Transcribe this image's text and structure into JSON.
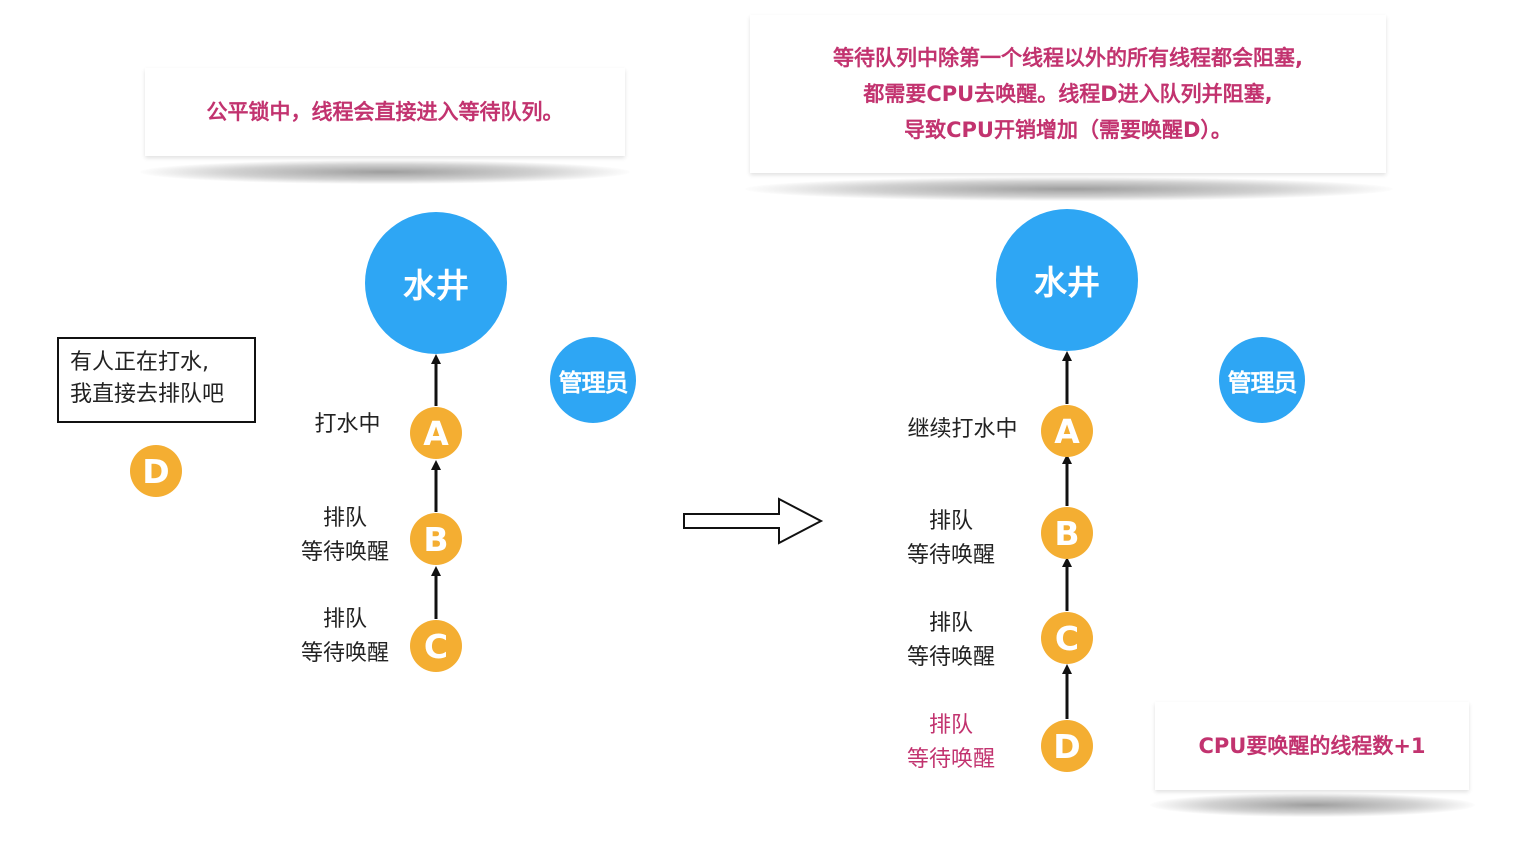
{
  "left": {
    "note": "公平锁中，线程会直接进入等待队列。",
    "well": "水井",
    "admin": "管理员",
    "speech": [
      "有人正在打水,",
      "我直接去排队吧"
    ],
    "waiting_node": "D",
    "nodes": [
      {
        "letter": "A",
        "label_lines": [
          "打水中"
        ]
      },
      {
        "letter": "B",
        "label_lines": [
          "排队",
          "等待唤醒"
        ]
      },
      {
        "letter": "C",
        "label_lines": [
          "排队",
          "等待唤醒"
        ]
      }
    ]
  },
  "right": {
    "note_lines": [
      "等待队列中除第一个线程以外的所有线程都会阻塞,",
      "都需要CPU去唤醒。线程D进入队列并阻塞,",
      "导致CPU开销增加（需要唤醒D）。"
    ],
    "well": "水井",
    "admin": "管理员",
    "nodes": [
      {
        "letter": "A",
        "label_lines": [
          "继续打水中"
        ]
      },
      {
        "letter": "B",
        "label_lines": [
          "排队",
          "等待唤醒"
        ]
      },
      {
        "letter": "C",
        "label_lines": [
          "排队",
          "等待唤醒"
        ]
      },
      {
        "letter": "D",
        "label_lines": [
          "排队",
          "等待唤醒"
        ]
      }
    ],
    "cpu_note": "CPU要唤醒的线程数+1"
  },
  "colors": {
    "well": "#2ea6f4",
    "node": "#f4ae32",
    "note_text": "#c2336f"
  }
}
